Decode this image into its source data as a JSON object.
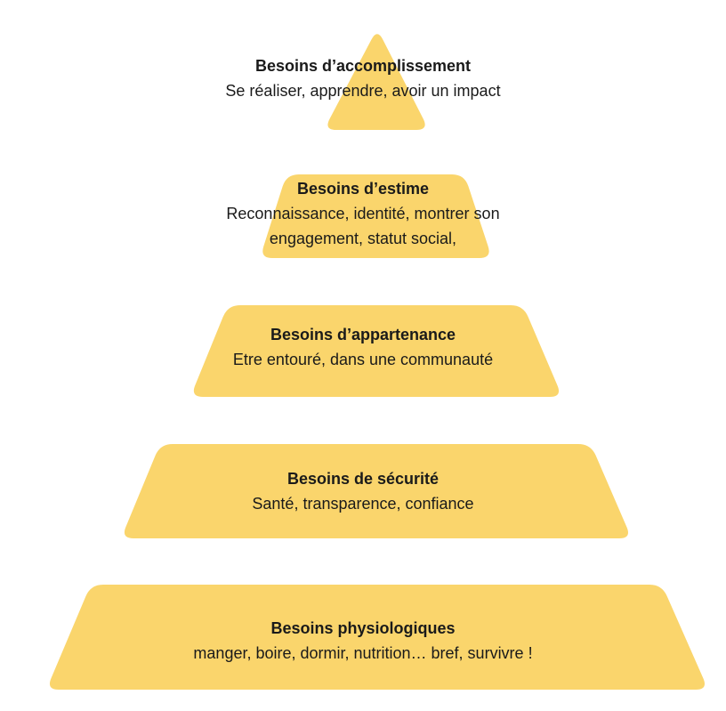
{
  "colors": {
    "tier_fill": "#FAD56C",
    "background": "#FFFFFF",
    "text": "#1A1A1A"
  },
  "pyramid": {
    "tiers": [
      {
        "title": "Besoins d’accomplissement",
        "desc_lines": [
          "Se réaliser, apprendre, avoir un impact"
        ]
      },
      {
        "title": "Besoins d’estime",
        "desc_lines": [
          "Reconnaissance, identité, montrer son",
          "engagement, statut social,"
        ]
      },
      {
        "title": "Besoins d’appartenance",
        "desc_lines": [
          "Etre entouré, dans une communauté"
        ]
      },
      {
        "title": "Besoins de sécurité",
        "desc_lines": [
          "Santé, transparence, confiance"
        ]
      },
      {
        "title": "Besoins physiologiques",
        "desc_lines": [
          "manger, boire, dormir, nutrition… bref, survivre !"
        ]
      }
    ]
  }
}
